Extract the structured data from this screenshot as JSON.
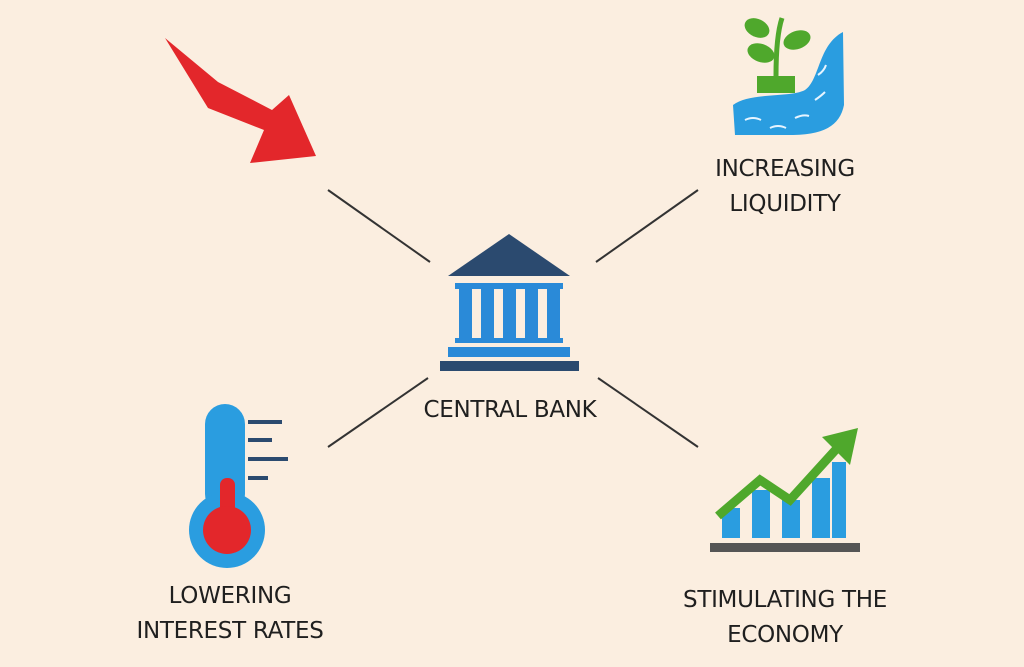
{
  "center": {
    "label": "CENTRAL BANK",
    "icon": "bank-icon"
  },
  "nodes": [
    {
      "line1": "INCREASING",
      "line2": "LIQUIDITY",
      "icon": "plant-water-icon"
    },
    {
      "line1": "LOWERING",
      "line2": "INTEREST RATES",
      "icon": "thermometer-icon"
    },
    {
      "line1": "STIMULATING THE",
      "line2": "ECONOMY",
      "icon": "growth-chart-icon"
    }
  ],
  "decor": {
    "icon": "down-arrow-icon"
  },
  "colors": {
    "background": "#fbeee0",
    "navy": "#2b4a6f",
    "blue": "#2a8ad8",
    "green": "#4fa82c",
    "red": "#e3272b"
  }
}
